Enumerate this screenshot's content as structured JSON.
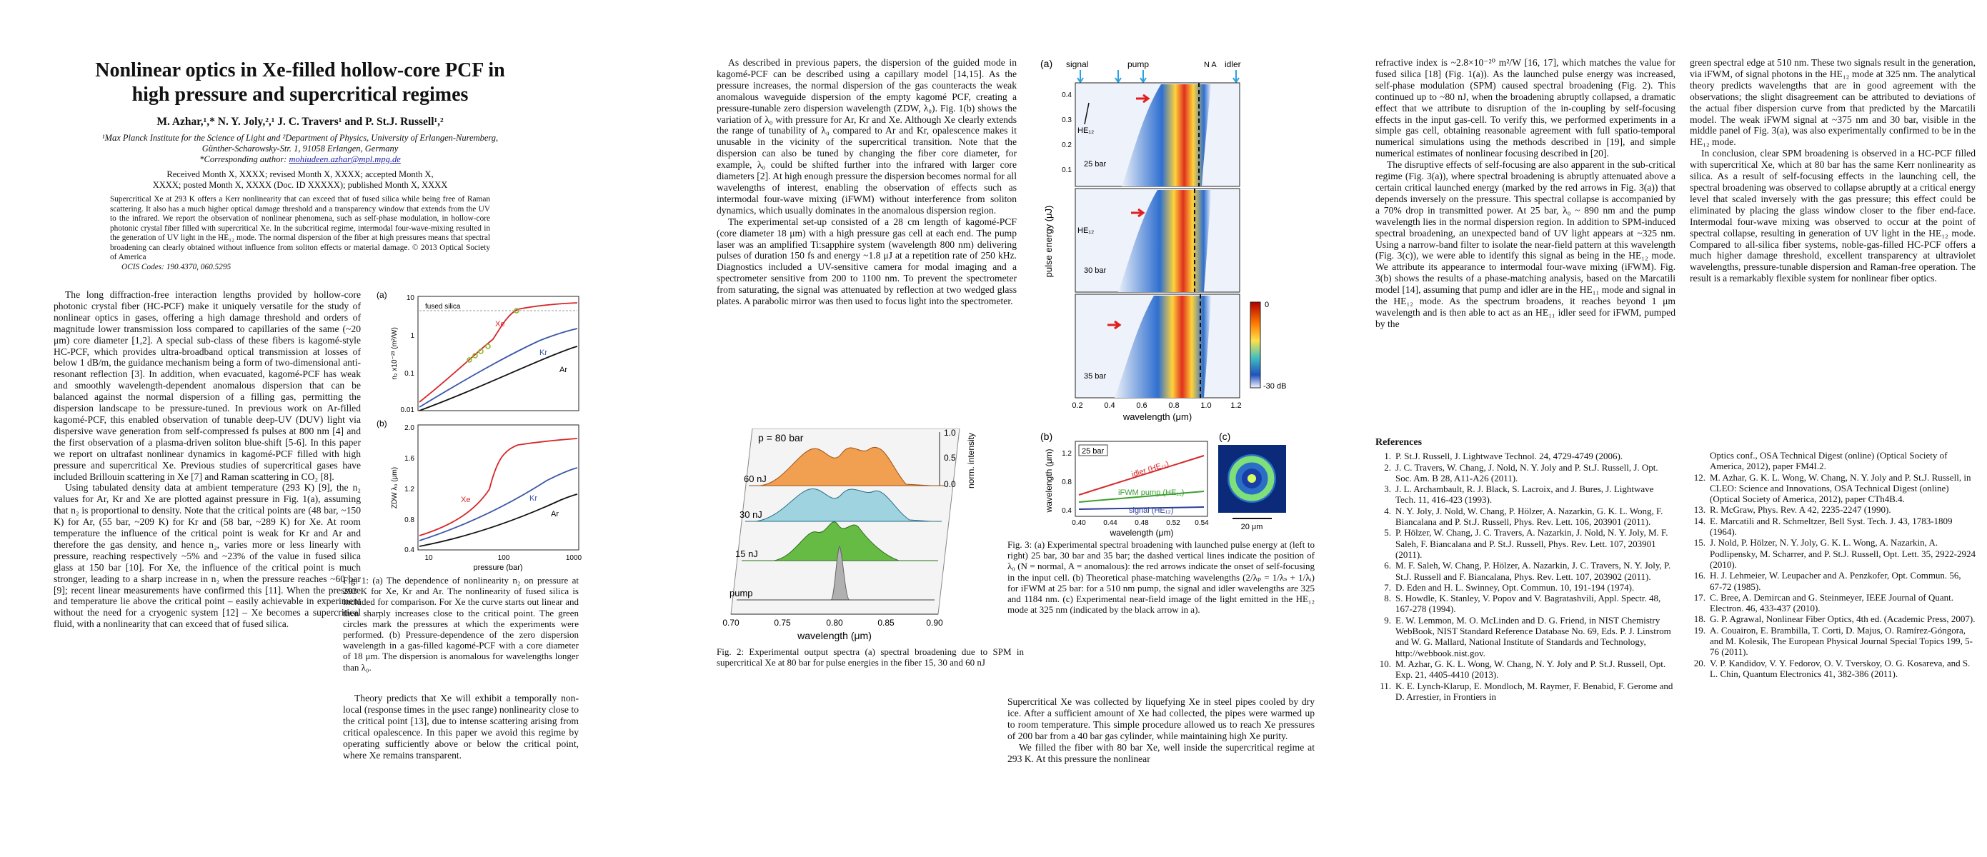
{
  "header": {
    "title_line1": "Nonlinear optics in Xe-filled hollow-core PCF in",
    "title_line2": "high pressure and supercritical regimes",
    "authors": "M. Azhar,¹,* N. Y. Joly,²,¹ J. C. Travers¹ and P. St.J. Russell¹,²",
    "affil_line1": "¹Max Planck Institute for the Science of Light and ²Department of Physics, University of Erlangen-Nuremberg,",
    "affil_line2": "Günther-Scharowsky-Str. 1, 91058 Erlangen, Germany",
    "corresponding_label": "*Corresponding author:",
    "corresponding_email": "mohiudeen.azhar@mpl.mpg.de",
    "received_line1": "Received Month X, XXXX; revised Month X, XXXX; accepted Month X,",
    "received_line2": "XXXX; posted Month X, XXXX (Doc. ID XXXXX); published Month X, XXXX"
  },
  "abstract": {
    "text": "Supercritical Xe at 293 K offers a Kerr nonlinearity that can exceed that of fused silica while being free of Raman scattering. It also has a much higher optical damage threshold and a transparency window that extends from the UV to the infrared. We report the observation of nonlinear phenomena, such as self-phase modulation, in hollow-core photonic crystal fiber filled with supercritical Xe. In the subcritical regime, intermodal four-wave-mixing resulted in the generation of UV light in the HE₁₂ mode. The normal dispersion of the fiber at high pressures means that spectral broadening can clearly obtained without influence from soliton effects or material damage. © 2013 Optical Society of America",
    "ocis": "OCIS Codes: 190.4370, 060.5295"
  },
  "body": {
    "col1_p1": "The long diffraction-free interaction lengths provided by hollow-core photonic crystal fiber (HC-PCF) make it uniquely versatile for the study of nonlinear optics in gases, offering a high damage threshold and orders of magnitude lower transmission loss compared to capillaries of the same (~20 μm) core diameter [1,2]. A special sub-class of these fibers is kagomé-style HC-PCF, which provides ultra-broadband optical transmission at losses of below 1 dB/m, the guidance mechanism being a form of two-dimensional anti-resonant reflection [3]. In addition, when evacuated, kagomé-PCF has weak and smoothly wavelength-dependent anomalous dispersion that can be balanced against the normal dispersion of a filling gas, permitting the dispersion landscape to be pressure-tuned. In previous work on Ar-filled kagomé-PCF, this enabled observation of tunable deep-UV (DUV) light via dispersive wave generation from self-compressed fs pulses at 800 nm [4] and the first observation of a plasma-driven soliton blue-shift [5-6]. In this paper we report on ultrafast nonlinear dynamics in kagomé-PCF filled with high pressure and supercritical Xe. Previous studies of supercritical gases have included Brillouin scattering in Xe [7] and Raman scattering in CO₂ [8].",
    "col1_p2": "Using tabulated density data at ambient temperature (293 K) [9], the n₂ values for Ar, Kr and Xe are plotted against pressure in Fig. 1(a), assuming that n₂ is proportional to density. Note that the critical points are (48 bar, ~150 K) for Ar, (55 bar, ~209 K) for Kr and (58 bar, ~289 K) for Xe. At room temperature the influence of the critical point is weak for Kr and Ar and therefore the gas density, and hence n₂, varies more or less linearly with pressure, reaching respectively ~5% and ~23% of the value in fused silica glass at 150 bar [10]. For Xe, the influence of the critical point is much stronger, leading to a sharp increase in n₂ when the pressure reaches ~60 bar [9]; recent linear measurements have confirmed this [11]. When the pressure and temperature lie above the critical point – easily achievable in experiment without the need for a cryogenic system [12] – Xe becomes a supercritical fluid, with a nonlinearity that can exceed that of fused silica.",
    "col2_p1": "Theory predicts that Xe will exhibit a temporally non-local (response times in the μsec range) nonlinearity close to the critical point [13], due to intense scattering arising from critical opalescence. In this paper we avoid this regime by operating sufficiently above or below the critical point, where Xe remains transparent.",
    "col3_p1": "As described in previous papers, the dispersion of the guided mode in kagomé-PCF can be described using a capillary model [14,15]. As the pressure increases, the normal dispersion of the gas counteracts the weak anomalous waveguide dispersion of the empty kagomé PCF, creating a pressure-tunable zero dispersion wavelength (ZDW, λ₀). Fig. 1(b) shows the variation of λ₀ with pressure for Ar, Kr and Xe. Although Xe clearly extends the range of tunability of λ₀ compared to Ar and Kr, opalescence makes it unusable in the vicinity of the supercritical transition. Note that the dispersion can also be tuned by changing the fiber core diameter, for example, λ₀ could be shifted further into the infrared with larger core diameters [2]. At high enough pressure the dispersion becomes normal for all wavelengths of interest, enabling the observation of effects such as intermodal four-wave mixing (iFWM) without interference from soliton dynamics, which usually dominates in the anomalous dispersion region.",
    "col3_p2": "The experimental set-up consisted of a 28 cm length of kagomé-PCF (core diameter 18 μm) with a high pressure gas cell at each end. The pump laser was an amplified Ti:sapphire system (wavelength 800 nm) delivering pulses of duration 150 fs and energy ~1.8 μJ at a repetition rate of 250 kHz. Diagnostics included a UV-sensitive camera for modal imaging and a spectrometer sensitive from 200 to 1100 nm. To prevent the spectrometer from saturating, the signal was attenuated by reflection at two wedged glass plates. A parabolic mirror was then used to focus light into the spectrometer.",
    "col4_p1": "Supercritical Xe was collected by liquefying Xe in steel pipes cooled by dry ice. After a sufficient amount of Xe had collected, the pipes were warmed up to room temperature. This simple procedure allowed us to reach Xe pressures of 200 bar from a 40 bar gas cylinder, while maintaining high Xe purity.",
    "col4_link": "http://webbook.nist.gov",
    "col4_p2": "We filled the fiber with 80 bar Xe, well inside the supercritical regime at 293 K. At this pressure the nonlinear",
    "col5_p1": "refractive index is ~2.8×10⁻²⁰ m²/W [16, 17], which matches the value for fused silica [18] (Fig. 1(a)). As the launched pulse energy was increased, self-phase modulation (SPM) caused spectral broadening (Fig. 2). This continued up to ~80 nJ, when the broadening abruptly collapsed, a dramatic effect that we attribute to disruption of the in-coupling by self-focusing effects in the input gas-cell. To verify this, we performed experiments in a simple gas cell, obtaining reasonable agreement with full spatio-temporal numerical simulations using the methods described in [19], and simple numerical estimates of nonlinear focusing described in [20].",
    "col5_p2": "The disruptive effects of self-focusing are also apparent in the sub-critical regime (Fig. 3(a)), where spectral broadening is abruptly attenuated above a certain critical launched energy (marked by the red arrows in Fig. 3(a)) that depends inversely on the pressure. This spectral collapse is accompanied by a 70% drop in transmitted power. At 25 bar, λ₀ ~ 890 nm and the pump wavelength lies in the normal dispersion region. In addition to SPM-induced spectral broadening, an unexpected band of UV light appears at ~325 nm. Using a narrow-band filter to isolate the near-field pattern at this wavelength (Fig. 3(c)), we were able to identify this signal as being in the HE₁₂ mode. We attribute its appearance to intermodal four-wave mixing (iFWM). Fig. 3(b) shows the results of a phase-matching analysis, based on the Marcatili model [14], assuming that pump and idler are in the HE₁₁ mode and signal in the HE₁₂ mode. As the spectrum broadens, it reaches beyond 1 μm wavelength and is then able to act as an HE₁₁ idler seed for iFWM, pumped by the",
    "col6_p1": "green spectral edge at 510 nm. These two signals result in the generation, via iFWM, of signal photons in the HE₁₂ mode at 325 nm. The analytical theory predicts wavelengths that are in good agreement with the observations; the slight disagreement can be attributed to deviations of the actual fiber dispersion curve from that predicted by the Marcatili model. The weak iFWM signal at ~375 nm and 30 bar, visible in the middle panel of Fig. 3(a), was also experimentally confirmed to be in the HE₁₂ mode.",
    "col6_p2": "In conclusion, clear SPM broadening is observed in a HC-PCF filled with supercritical Xe, which at 80 bar has the same Kerr nonlinearity as silica. As a result of self-focusing effects in the launching cell, the spectral broadening was observed to collapse abruptly at a critical energy level that scaled inversely with the gas pressure; this effect could be eliminated by placing the glass window closer to the fiber end-face. Intermodal four-wave mixing was observed to occur at the point of spectral collapse, resulting in generation of UV light in the HE₁₂ mode. Compared to all-silica fiber systems, noble-gas-filled HC-PCF offers a much higher damage threshold, excellent transparency at ultraviolet wavelengths, pressure-tunable dispersion and Raman-free operation. The result is a remarkably flexible system for nonlinear fiber optics."
  },
  "captions": {
    "fig1": "Fig. 1: (a) The dependence of nonlinearity n₂ on pressure at 293 K for Xe, Kr and Ar. The nonlinearity of fused silica is included for comparison. For Xe the curve starts out linear and then sharply increases close to the critical point. The green circles mark the pressures at which the experiments were performed. (b) Pressure-dependence of the zero dispersion wavelength in a gas-filled kagomé-PCF with a core diameter of 18 μm. The dispersion is anomalous for wavelengths longer than λ₀.",
    "fig2": "Fig. 2: Experimental output spectra (a) spectral broadening due to SPM in supercritical Xe at 80 bar for pulse energies in the fiber 15, 30 and 60 nJ",
    "fig3": "Fig. 3: (a) Experimental spectral broadening with launched pulse energy at (left to right) 25 bar, 30 bar and 35 bar; the dashed vertical lines indicate the position of λ₀ (N = normal, A = anomalous): the red arrows indicate the onset of self-focusing in the input cell. (b) Theoretical phase-matching wavelengths (2/λₚ = 1/λₛ + 1/λᵢ) for iFWM at 25 bar: for a 510 nm pump, the signal and idler wavelengths are 325 and 1184 nm. (c) Experimental near-field image of the light emitted in the HE₁₂ mode at 325 nm (indicated by the black arrow in a)."
  },
  "references": {
    "heading": "References",
    "col5": [
      {
        "n": "1.",
        "t": "P. St.J. Russell, J. Lightwave Technol. 24, 4729-4749 (2006)."
      },
      {
        "n": "2.",
        "t": "J. C. Travers, W. Chang, J. Nold, N. Y. Joly and P. St.J. Russell, J. Opt. Soc. Am. B 28, A11-A26 (2011)."
      },
      {
        "n": "3.",
        "t": "J. L. Archambault, R. J. Black, S. Lacroix, and J. Bures, J. Lightwave Tech. 11, 416-423 (1993)."
      },
      {
        "n": "4.",
        "t": "N. Y. Joly, J. Nold, W. Chang, P. Hölzer, A. Nazarkin, G. K. L. Wong, F. Biancalana and P. St.J. Russell, Phys. Rev. Lett. 106, 203901 (2011)."
      },
      {
        "n": "5.",
        "t": "P. Hölzer, W. Chang, J. C. Travers, A. Nazarkin, J. Nold, N. Y. Joly, M. F. Saleh, F. Biancalana and P. St.J. Russell, Phys. Rev. Lett. 107, 203901 (2011)."
      },
      {
        "n": "6.",
        "t": "M. F. Saleh, W. Chang, P. Hölzer, A. Nazarkin, J. C. Travers, N. Y. Joly, P. St.J. Russell and F. Biancalana, Phys. Rev. Lett. 107, 203902 (2011)."
      },
      {
        "n": "7.",
        "t": "D. Eden and H. L. Swinney, Opt. Commun. 10, 191-194 (1974)."
      },
      {
        "n": "8.",
        "t": "S. Howdle, K. Stanley, V. Popov and V. Bagratashvili, Appl. Spectr. 48, 167-278 (1994)."
      },
      {
        "n": "9.",
        "t": "E. W. Lemmon, M. O. McLinden and D. G. Friend, in NIST Chemistry WebBook, NIST Standard Reference Database No. 69, Eds. P. J. Linstrom and W. G. Mallard, National Institute of Standards and Technology, http://webbook.nist.gov."
      },
      {
        "n": "10.",
        "t": "M. Azhar, G. K. L. Wong, W. Chang, N. Y. Joly and P. St.J. Russell, Opt. Exp. 21, 4405-4410 (2013)."
      },
      {
        "n": "11.",
        "t": "K. E. Lynch-Klarup, E. Mondloch, M. Raymer, F. Benabid, F. Gerome and D. Arrestier, in Frontiers in"
      }
    ],
    "col6": [
      {
        "n": "",
        "t": "Optics conf., OSA Technical Digest (online) (Optical Society of America, 2012), paper FM4I.2."
      },
      {
        "n": "12.",
        "t": "M. Azhar, G. K. L. Wong, W. Chang, N. Y. Joly and P. St.J. Russell, in CLEO: Science and Innovations, OSA Technical Digest (online) (Optical Society of America, 2012), paper CTh4B.4."
      },
      {
        "n": "13.",
        "t": "R. McGraw, Phys. Rev. A 42, 2235-2247 (1990)."
      },
      {
        "n": "14.",
        "t": "E. Marcatili and R. Schmeltzer, Bell Syst. Tech. J. 43, 1783-1809 (1964)."
      },
      {
        "n": "15.",
        "t": "J. Nold, P. Hölzer, N. Y. Joly, G. K. L. Wong, A. Nazarkin, A. Podlipensky, M. Scharrer, and P. St.J. Russell, Opt. Lett. 35, 2922-2924 (2010)."
      },
      {
        "n": "16.",
        "t": "H. J. Lehmeier, W. Leupacher and A. Penzkofer, Opt. Commun. 56, 67-72 (1985)."
      },
      {
        "n": "17.",
        "t": "C. Bree, A. Demircan and G. Steinmeyer, IEEE Journal of Quant. Electron. 46, 433-437 (2010)."
      },
      {
        "n": "18.",
        "t": "G. P. Agrawal, Nonlinear Fiber Optics, 4th ed. (Academic Press, 2007)."
      },
      {
        "n": "19.",
        "t": "A. Couairon, E. Brambilla, T. Corti, D. Majus, O. Ramírez-Góngora, and M. Kolesik, The European Physical Journal Special Topics 199, 5-76 (2011)."
      },
      {
        "n": "20.",
        "t": "V. P. Kandidov, V. Y. Fedorov, O. V. Tverskoy, O. G. Kosareva, and S. L. Chin, Quantum Electronics 41, 382-386 (2011)."
      }
    ]
  },
  "figures": {
    "fig1": {
      "panel_a": "(a)",
      "panel_b": "(b)",
      "a_ylabel": "n₂ x10⁻²³ (m²/W)",
      "a_yticks": [
        "10",
        "1",
        "0.1",
        "0.01"
      ],
      "b_ylabel": "ZDW λ₀ (μm)",
      "b_yticks": [
        "2.0",
        "1.6",
        "1.2",
        "0.8",
        "0.4"
      ],
      "xticks": [
        "10",
        "100",
        "1000"
      ],
      "xlabel": "pressure (bar)",
      "labels": {
        "silica": "fused silica",
        "xe": "Xe",
        "kr": "Kr",
        "ar": "Ar"
      },
      "colors": {
        "xe": "#d62728",
        "kr": "#3a56a8",
        "ar": "#111111",
        "circles": "#8ab92d"
      }
    },
    "fig2": {
      "top_label": "p = 80 bar",
      "levels": [
        "60 nJ",
        "30 nJ",
        "15 nJ",
        "pump"
      ],
      "xticks": [
        "0.70",
        "0.75",
        "0.80",
        "0.85",
        "0.90"
      ],
      "xlabel": "wavelength (μm)",
      "zticks": [
        "1.0",
        "0.5",
        "0.0"
      ],
      "zlabel": "norm. intensity",
      "colors": {
        "60 nJ": "#f0a050",
        "30 nJ": "#9fd3e0",
        "15 nJ": "#66bb44",
        "pump": "#b0b0b0"
      }
    },
    "fig3": {
      "panel_a": "(a)",
      "panel_b": "(b)",
      "panel_c": "(c)",
      "top_labels": [
        "signal",
        "pump",
        "idler"
      ],
      "na_label": "N A",
      "pressures": [
        "25 bar",
        "30 bar",
        "35 bar"
      ],
      "mode_label": "HE₁₂",
      "ylabel": "pulse energy (μJ)",
      "yticks": [
        "0.4",
        "0.3",
        "0.2",
        "0.1"
      ],
      "xticks": [
        "0.2",
        "0.4",
        "0.6",
        "0.8",
        "1.0",
        "1.2"
      ],
      "xlabel": "wavelength (μm)",
      "cbar_top": "0",
      "cbar_bottom": "-30 dB",
      "b_box": "25 bar",
      "b_ylabel": "wavelength (μm)",
      "b_yticks": [
        "1.2",
        "0.8",
        "0.4"
      ],
      "b_xticks": [
        "0.40",
        "0.44",
        "0.48",
        "0.52",
        "0.54"
      ],
      "b_xlabel": "wavelength (μm)",
      "b_lines": [
        "idler (HE₁₁)",
        "iFWM pump (HE₁₁)",
        "signal (HE₁₂)"
      ],
      "b_colors": [
        "#d62728",
        "#3aa02e",
        "#2c3e9a"
      ],
      "c_scale": "20 μm"
    }
  }
}
